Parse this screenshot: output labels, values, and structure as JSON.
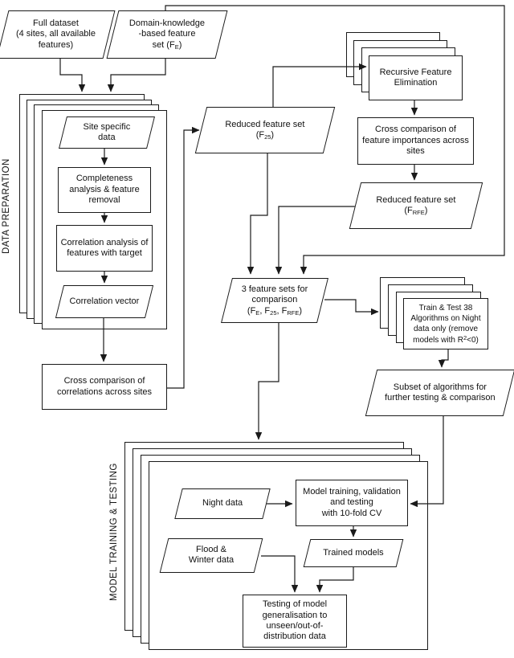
{
  "figure": {
    "type": "flowchart",
    "sections": {
      "data_preparation": "DATA PREPARATION",
      "model_training_testing": "MODEL TRAINING & TESTING"
    },
    "nodes": {
      "full_dataset": {
        "shape": "parallelogram",
        "l1": "Full dataset",
        "l2": "(4 sites, all available",
        "l3": "features)"
      },
      "domain_set": {
        "shape": "parallelogram",
        "l1": "Domain-knowledge",
        "l2": "-based feature",
        "l3a": "set (F",
        "l3sub": "E",
        "l3b": ")"
      },
      "site_specific": {
        "shape": "parallelogram",
        "l1": "Site specific",
        "l2": "data"
      },
      "completeness": {
        "shape": "rectangle",
        "l1": "Completeness",
        "l2": "analysis & feature",
        "l3": "removal"
      },
      "corr_analysis": {
        "shape": "rectangle",
        "l1": "Correlation analysis of",
        "l2": "features with target"
      },
      "corr_vector": {
        "shape": "parallelogram",
        "l1": "Correlation vector"
      },
      "cross_corr": {
        "shape": "rectangle",
        "l1": "Cross comparison of",
        "l2": "correlations across sites"
      },
      "f25": {
        "shape": "parallelogram",
        "l1": "Reduced feature set",
        "l2a": "(F",
        "l2sub": "25",
        "l2b": ")"
      },
      "rfe": {
        "shape": "rectangle-stack-x4",
        "l1": "Recursive Feature",
        "l2": "Elimination"
      },
      "cross_imp": {
        "shape": "rectangle",
        "l1": "Cross comparison of",
        "l2": "feature importances across",
        "l3": "sites"
      },
      "f_rfe": {
        "shape": "parallelogram",
        "l1": "Reduced feature set",
        "l2a": "(F",
        "l2sub": "RFE",
        "l2b": ")"
      },
      "three_sets": {
        "shape": "parallelogram",
        "l1": "3 feature sets for",
        "l2": "comparison",
        "l3a": "(F",
        "l3sub1": "E",
        "l3b": ", F",
        "l3sub2": "25",
        "l3c": ", F",
        "l3sub3": "RFE",
        "l3d": ")"
      },
      "train_test": {
        "shape": "rectangle-stack-x4",
        "l1": "Train & Test 38",
        "l2": "Algorithms on Night",
        "l3": "data only (remove",
        "l4a": "models with R",
        "l4sup": "2",
        "l4b": "<0)"
      },
      "subset": {
        "shape": "parallelogram",
        "l1": "Subset of algorithms for",
        "l2": "further testing & comparison"
      },
      "night_data": {
        "shape": "parallelogram",
        "l1": "Night data"
      },
      "model_training": {
        "shape": "rectangle",
        "l1": "Model training, validation",
        "l2": "and testing",
        "l3": "with 10-fold CV"
      },
      "trained_models": {
        "shape": "parallelogram",
        "l1": "Trained models"
      },
      "flood_winter": {
        "shape": "parallelogram",
        "l1": "Flood &",
        "l2": "Winter data"
      },
      "testing_gen": {
        "shape": "rectangle",
        "l1": "Testing of model",
        "l2": "generalisation to",
        "l3": "unseen/out-of-",
        "l4": "distribution data"
      }
    },
    "edges": [
      "full_dataset -> site_stack",
      "domain_set -> site_stack",
      "domain_set -> three_sets (FE path over top/right border)",
      "site_specific -> completeness",
      "completeness -> corr_analysis",
      "corr_analysis -> corr_vector",
      "site_stack -> cross_corr",
      "cross_corr -> f25",
      "f25 -> rfe",
      "rfe -> cross_imp",
      "cross_imp -> f_rfe",
      "f25 -> three_sets",
      "f_rfe -> three_sets",
      "three_sets -> train_test",
      "train_test -> subset",
      "three_sets -> model_stack",
      "night_data -> model_training",
      "subset -> model_training",
      "model_training -> trained_models",
      "flood_winter -> testing_gen",
      "trained_models -> testing_gen"
    ],
    "colors": {
      "line": "#1a1a1a",
      "text": "#111111",
      "background": "#ffffff"
    }
  }
}
